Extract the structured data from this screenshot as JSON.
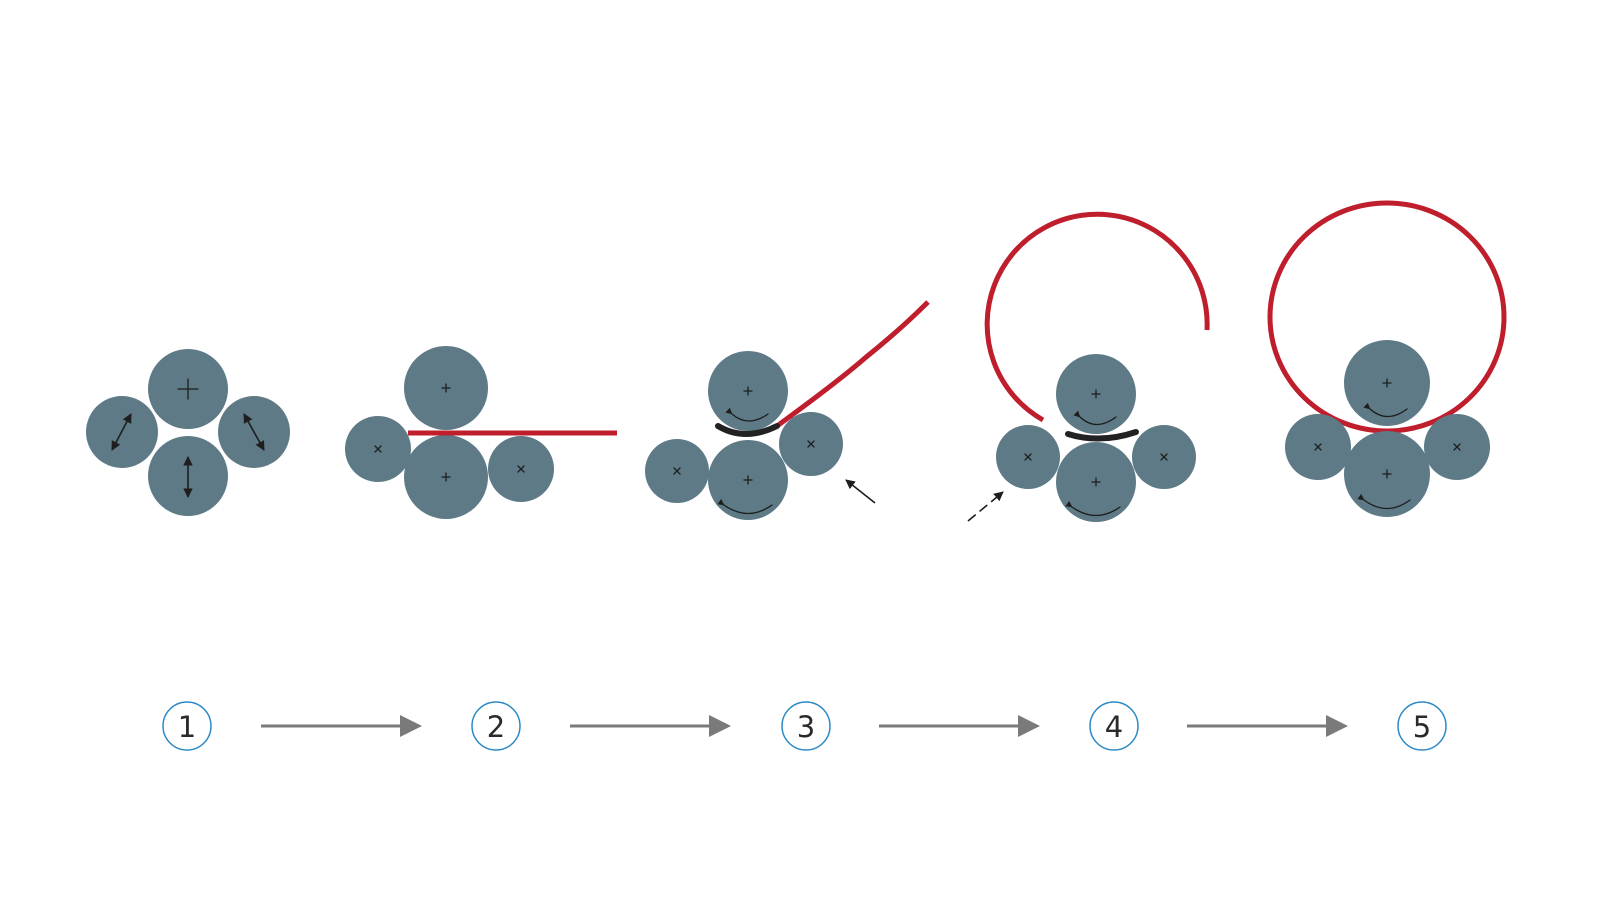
{
  "colors": {
    "roll": "#5d7a86",
    "plate": "#bf1e2d",
    "prebend": "#222222",
    "step_ring": "#2b89c6",
    "flow_arrow": "#7a7a7a",
    "background": "#ffffff"
  },
  "steps": [
    {
      "number": "1"
    },
    {
      "number": "2"
    },
    {
      "number": "3"
    },
    {
      "number": "4"
    },
    {
      "number": "5"
    }
  ],
  "icons": {
    "roll_center_plus": "plus-mark-icon",
    "roll_center_cross": "cross-mark-icon",
    "rotation": "curved-rotation-arrow-icon",
    "adjust": "double-headed-arrow-icon",
    "side_roll_motion": "diagonal-arrow-icon",
    "flow": "right-arrow-icon"
  }
}
